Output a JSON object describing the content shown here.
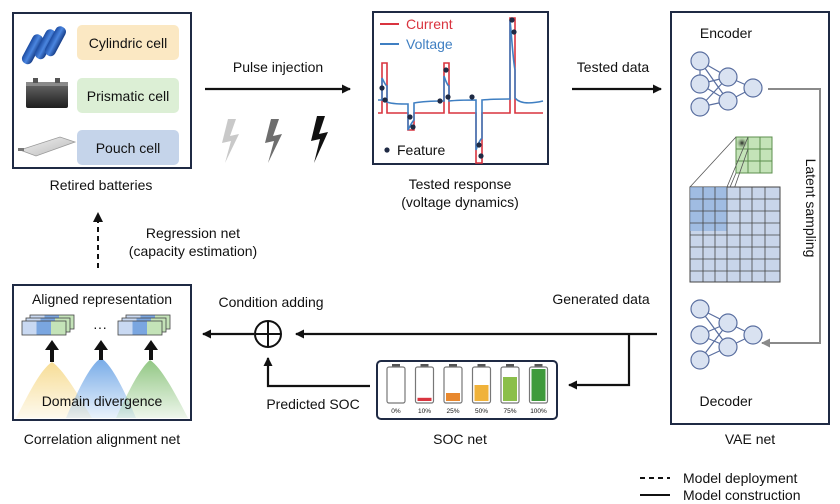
{
  "batteries": {
    "cells": [
      "Cylindric cell",
      "Prismatic cell",
      "Pouch cell"
    ],
    "caption": "Retired batteries"
  },
  "pulse": {
    "label": "Pulse injection"
  },
  "response": {
    "legend": [
      "Current",
      "Voltage"
    ],
    "feature": "Feature",
    "caption_line1": "Tested response",
    "caption_line2": "(voltage dynamics)"
  },
  "tested_data": {
    "label": "Tested data"
  },
  "vae": {
    "encoder": "Encoder",
    "decoder": "Decoder",
    "latent": "Latent sampling",
    "caption": "VAE net"
  },
  "generated": {
    "label": "Generated data"
  },
  "soc": {
    "levels": [
      "0%",
      "10%",
      "25%",
      "50%",
      "75%",
      "100%"
    ],
    "level_values": [
      0,
      10,
      25,
      50,
      75,
      100
    ],
    "caption": "SOC net",
    "predicted": "Predicted SOC"
  },
  "condition": {
    "label": "Condition adding"
  },
  "alignment": {
    "title": "Aligned representation",
    "ellipsis": "···",
    "divergence": "Domain divergence",
    "caption": "Correlation alignment net"
  },
  "regression": {
    "line1": "Regression net",
    "line2": "(capacity estimation)"
  },
  "legend": {
    "deployment": "Model deployment",
    "construction": "Model construction"
  },
  "colors": {
    "current": "#d9343f",
    "voltage": "#3f7fc2",
    "cyl_bg": "#fbe8c3",
    "pris_bg": "#dcefd5",
    "pouch_bg": "#c5d4ea",
    "frame": "#1f2a44",
    "node_fill": "#d9e2f1",
    "node_stroke": "#5a6fa0"
  }
}
